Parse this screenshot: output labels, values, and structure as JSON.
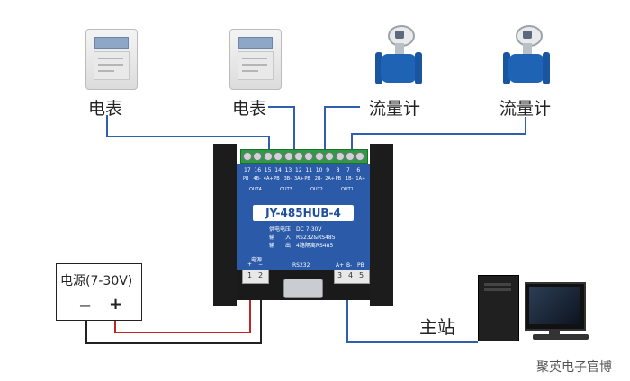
{
  "nodes": {
    "meter1": {
      "label": "电表"
    },
    "meter2": {
      "label": "电表"
    },
    "flow1": {
      "label": "流量计"
    },
    "flow2": {
      "label": "流量计"
    },
    "psu": {
      "label": "电源(7-30V)",
      "minus": "−",
      "plus": "+"
    },
    "host": {
      "label": "主站"
    }
  },
  "device": {
    "model": "JY-485HUB-4",
    "terminal_numbers": [
      "17",
      "16",
      "15",
      "14",
      "13",
      "12",
      "11",
      "10",
      "9",
      "8",
      "7",
      "6"
    ],
    "terminal_labels": [
      "PB",
      "4B-",
      "4A+",
      "PB",
      "3B-",
      "3A+",
      "PB",
      "2B-",
      "2A+",
      "PB",
      "1B-",
      "1A+"
    ],
    "outputs": [
      "OUT4",
      "OUT3",
      "OUT2",
      "OUT1"
    ],
    "spec_power": "供电电压：DC 7-30V",
    "spec_in": "输　　入：RS232&RS485",
    "spec_out": "输　　出：4路隔离RS485",
    "power_label": "电源",
    "power_pins": [
      "+",
      "−"
    ],
    "power_numbers": [
      "1",
      "2"
    ],
    "rs232_label": "RS232",
    "bus_labels": [
      "A+",
      "B-",
      "PB"
    ],
    "bus_numbers": [
      "3",
      "4",
      "5"
    ]
  },
  "watermark": "聚英电子官博",
  "colors": {
    "signal_wire": "#2f5fae",
    "power_positive": "#c0252a",
    "power_negative": "#222222",
    "device_panel": "#2a5aa8",
    "terminal": "#2f9a45"
  }
}
